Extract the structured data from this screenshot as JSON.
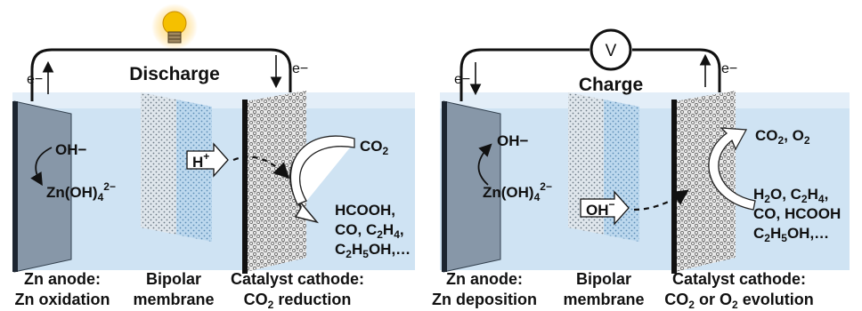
{
  "left_cell": {
    "mode_label": "Discharge",
    "electron_left": "e−",
    "electron_right": "e−",
    "load_icon": "light-bulb-icon",
    "anode_species_top": "OH−",
    "anode_species_bottom": {
      "base": "Zn(OH)",
      "sub": "4",
      "sup": "2−"
    },
    "ion_label": {
      "base": "H",
      "sup": "+"
    },
    "reactant": {
      "base": "CO",
      "sub": "2"
    },
    "products": [
      {
        "parts": [
          {
            "t": "HCOOH,"
          }
        ]
      },
      {
        "parts": [
          {
            "t": "CO, C"
          },
          {
            "t": "2",
            "s": "sub"
          },
          {
            "t": "H"
          },
          {
            "t": "4",
            "s": "sub"
          },
          {
            "t": ","
          }
        ]
      },
      {
        "parts": [
          {
            "t": "C"
          },
          {
            "t": "2",
            "s": "sub"
          },
          {
            "t": "H"
          },
          {
            "t": "5",
            "s": "sub"
          },
          {
            "t": "OH,…"
          }
        ]
      }
    ],
    "captions": {
      "anode": [
        "Zn anode:",
        "Zn oxidation"
      ],
      "membrane": [
        "Bipolar",
        "membrane"
      ],
      "cathode": [
        {
          "parts": [
            {
              "t": "Catalyst cathode:"
            }
          ]
        },
        {
          "parts": [
            {
              "t": "CO"
            },
            {
              "t": "2",
              "s": "sub"
            },
            {
              "t": " reduction"
            }
          ]
        }
      ]
    }
  },
  "right_cell": {
    "mode_label": "Charge",
    "electron_left": "e−",
    "electron_right": "e−",
    "meter_label": "V",
    "anode_species_top": "OH−",
    "anode_species_bottom": {
      "base": "Zn(OH)",
      "sub": "4",
      "sup": "2−"
    },
    "ion_label": {
      "base": "OH",
      "sup": "−"
    },
    "evolved": [
      {
        "parts": [
          {
            "t": "CO"
          },
          {
            "t": "2",
            "s": "sub"
          },
          {
            "t": ", O"
          },
          {
            "t": "2",
            "s": "sub"
          }
        ]
      }
    ],
    "reactants": [
      {
        "parts": [
          {
            "t": "H"
          },
          {
            "t": "2",
            "s": "sub"
          },
          {
            "t": "O, C"
          },
          {
            "t": "2",
            "s": "sub"
          },
          {
            "t": "H"
          },
          {
            "t": "4",
            "s": "sub"
          },
          {
            "t": ","
          }
        ]
      },
      {
        "parts": [
          {
            "t": "CO, HCOOH"
          }
        ]
      },
      {
        "parts": [
          {
            "t": "C"
          },
          {
            "t": "2",
            "s": "sub"
          },
          {
            "t": "H"
          },
          {
            "t": "5",
            "s": "sub"
          },
          {
            "t": "OH,…"
          }
        ]
      }
    ],
    "captions": {
      "anode": [
        "Zn anode:",
        "Zn deposition"
      ],
      "membrane": [
        "Bipolar",
        "membrane"
      ],
      "cathode": [
        {
          "parts": [
            {
              "t": "Catalyst cathode:"
            }
          ]
        },
        {
          "parts": [
            {
              "t": "CO"
            },
            {
              "t": "2",
              "s": "sub"
            },
            {
              "t": " or O"
            },
            {
              "t": "2",
              "s": "sub"
            },
            {
              "t": " evolution"
            }
          ]
        }
      ]
    }
  },
  "colors": {
    "electrolyte": "#cfe3f3",
    "electrolyte_top": "#e3eef8",
    "anode": "#8797a8",
    "membrane_left": "#dfe6ec",
    "membrane_right": "#bcd8ee",
    "cathode": "#e8e8e8",
    "wire": "#111111",
    "bulb": "#f5c000"
  }
}
